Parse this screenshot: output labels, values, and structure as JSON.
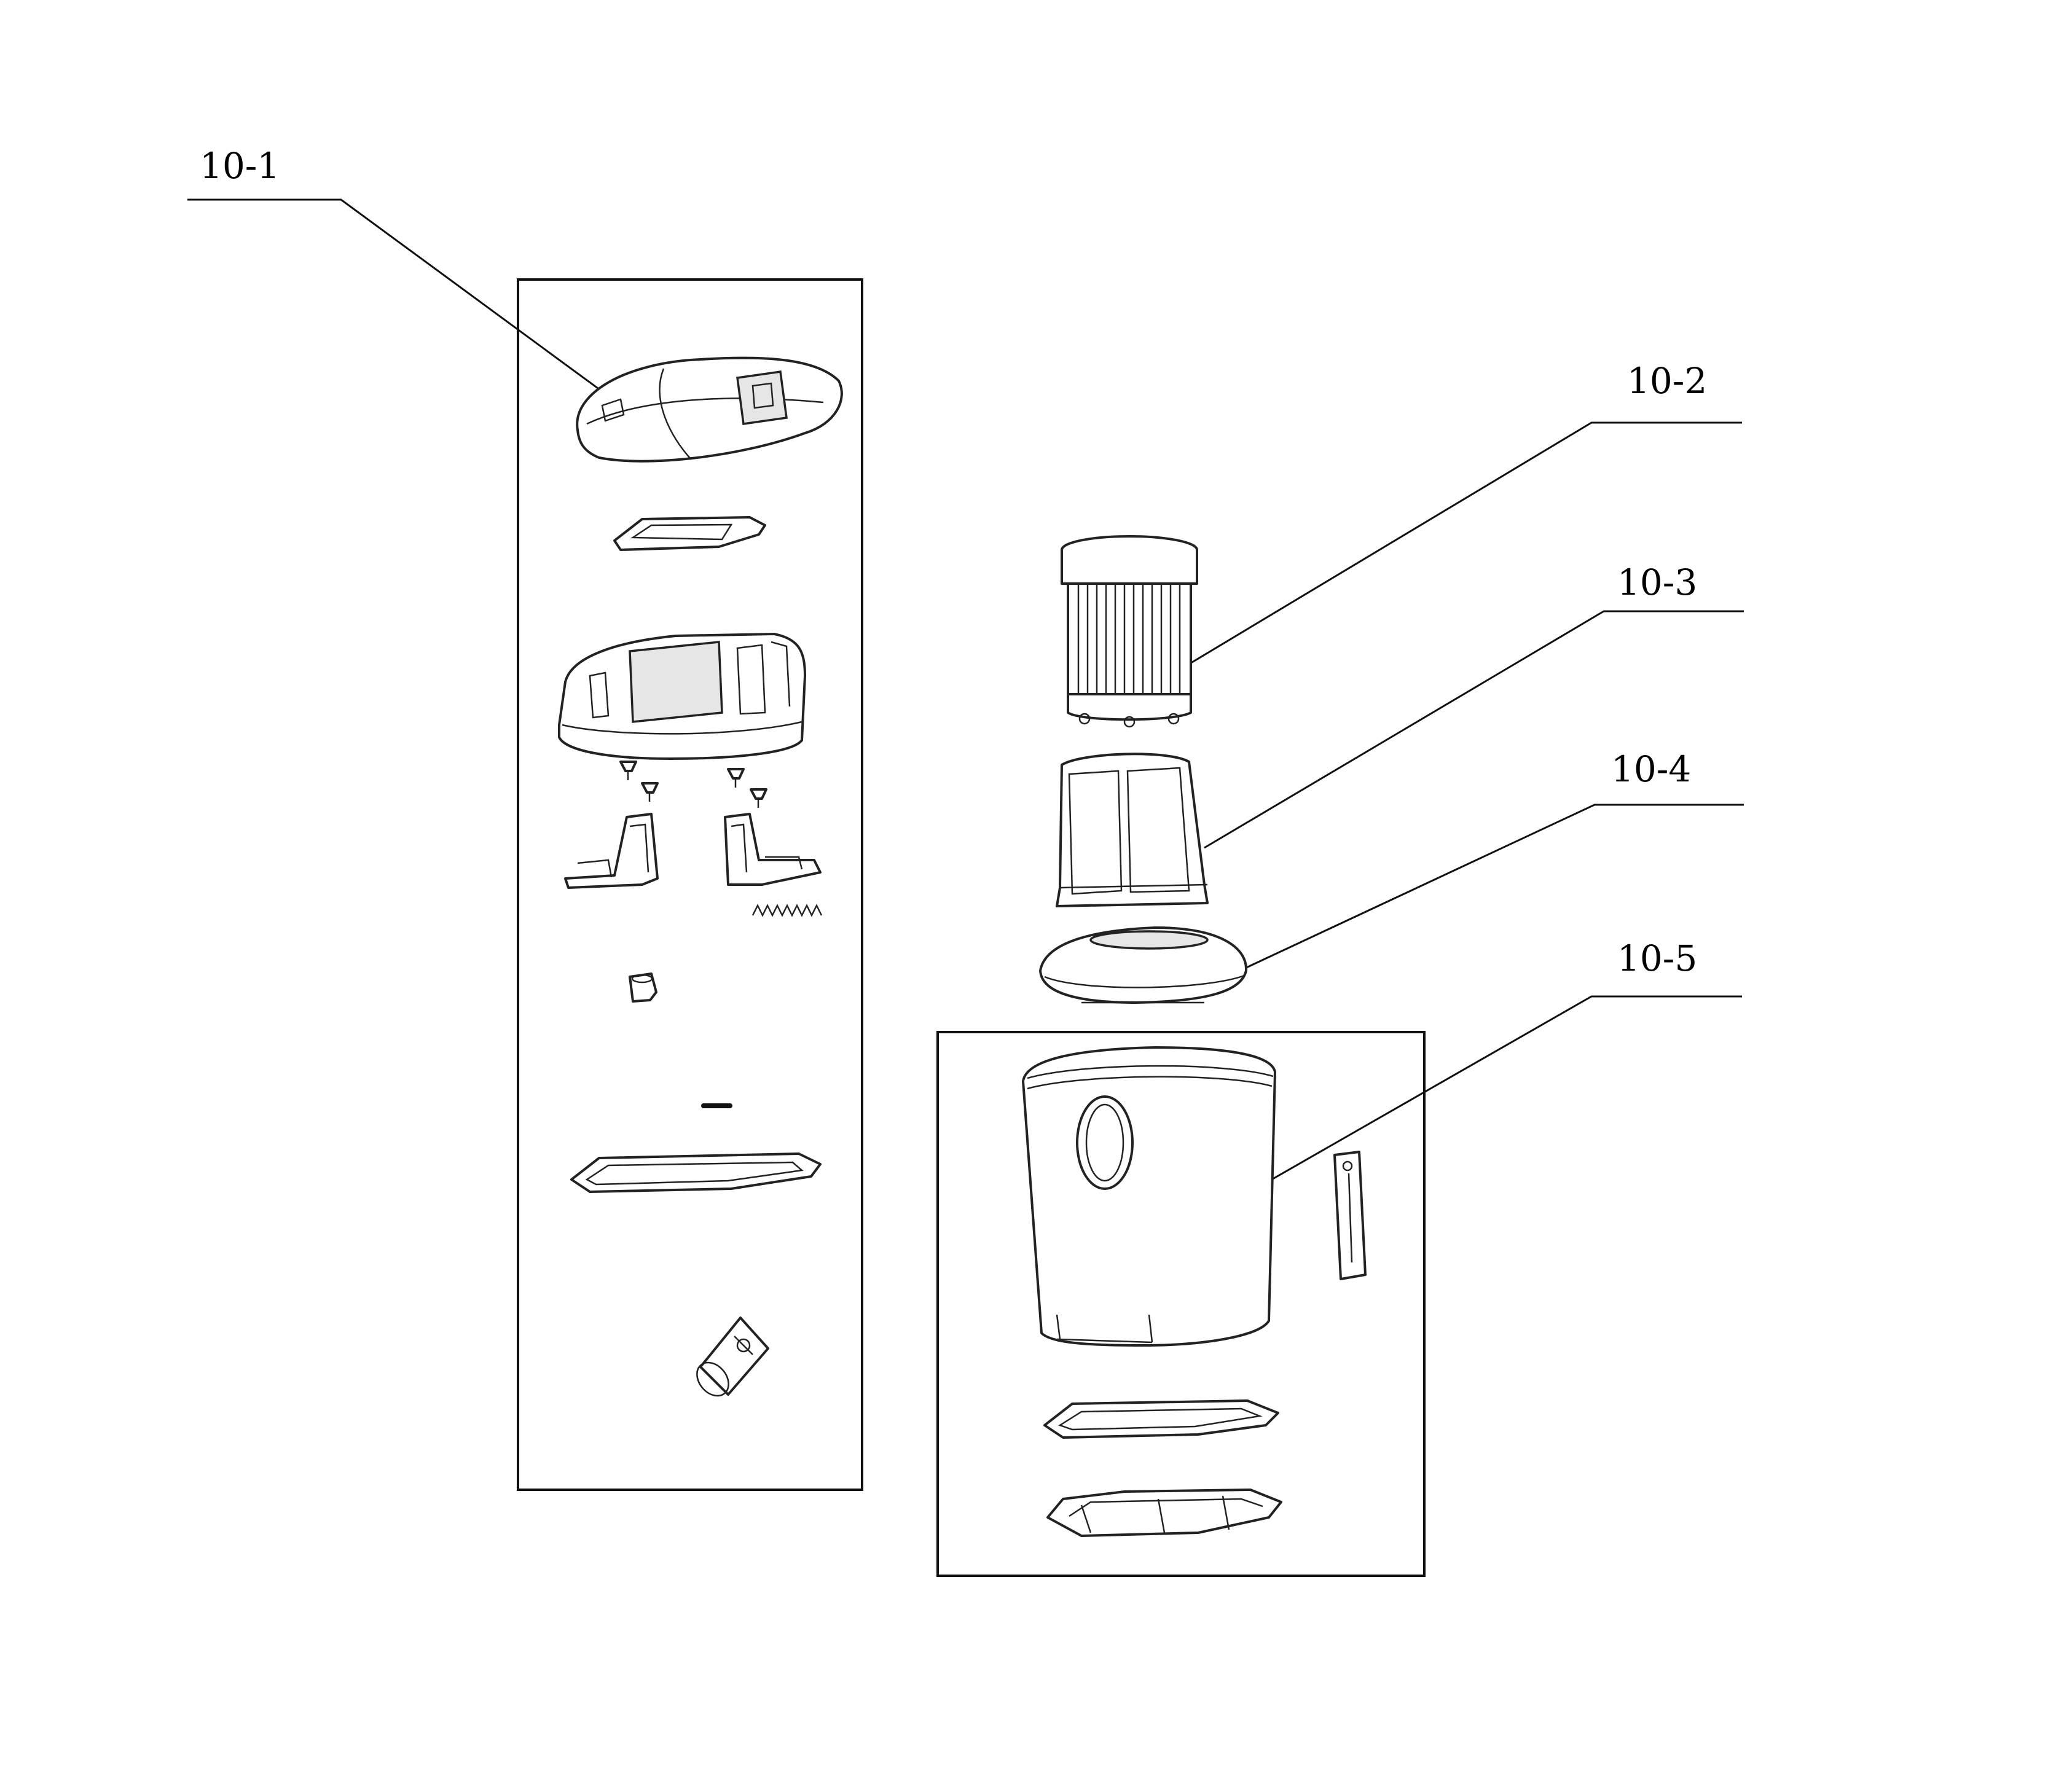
{
  "callouts": [
    {
      "id": "10-1",
      "label": "10-1"
    },
    {
      "id": "10-2",
      "label": "10-2"
    },
    {
      "id": "10-3",
      "label": "10-3"
    },
    {
      "id": "10-4",
      "label": "10-4"
    },
    {
      "id": "10-5",
      "label": "10-5"
    }
  ]
}
